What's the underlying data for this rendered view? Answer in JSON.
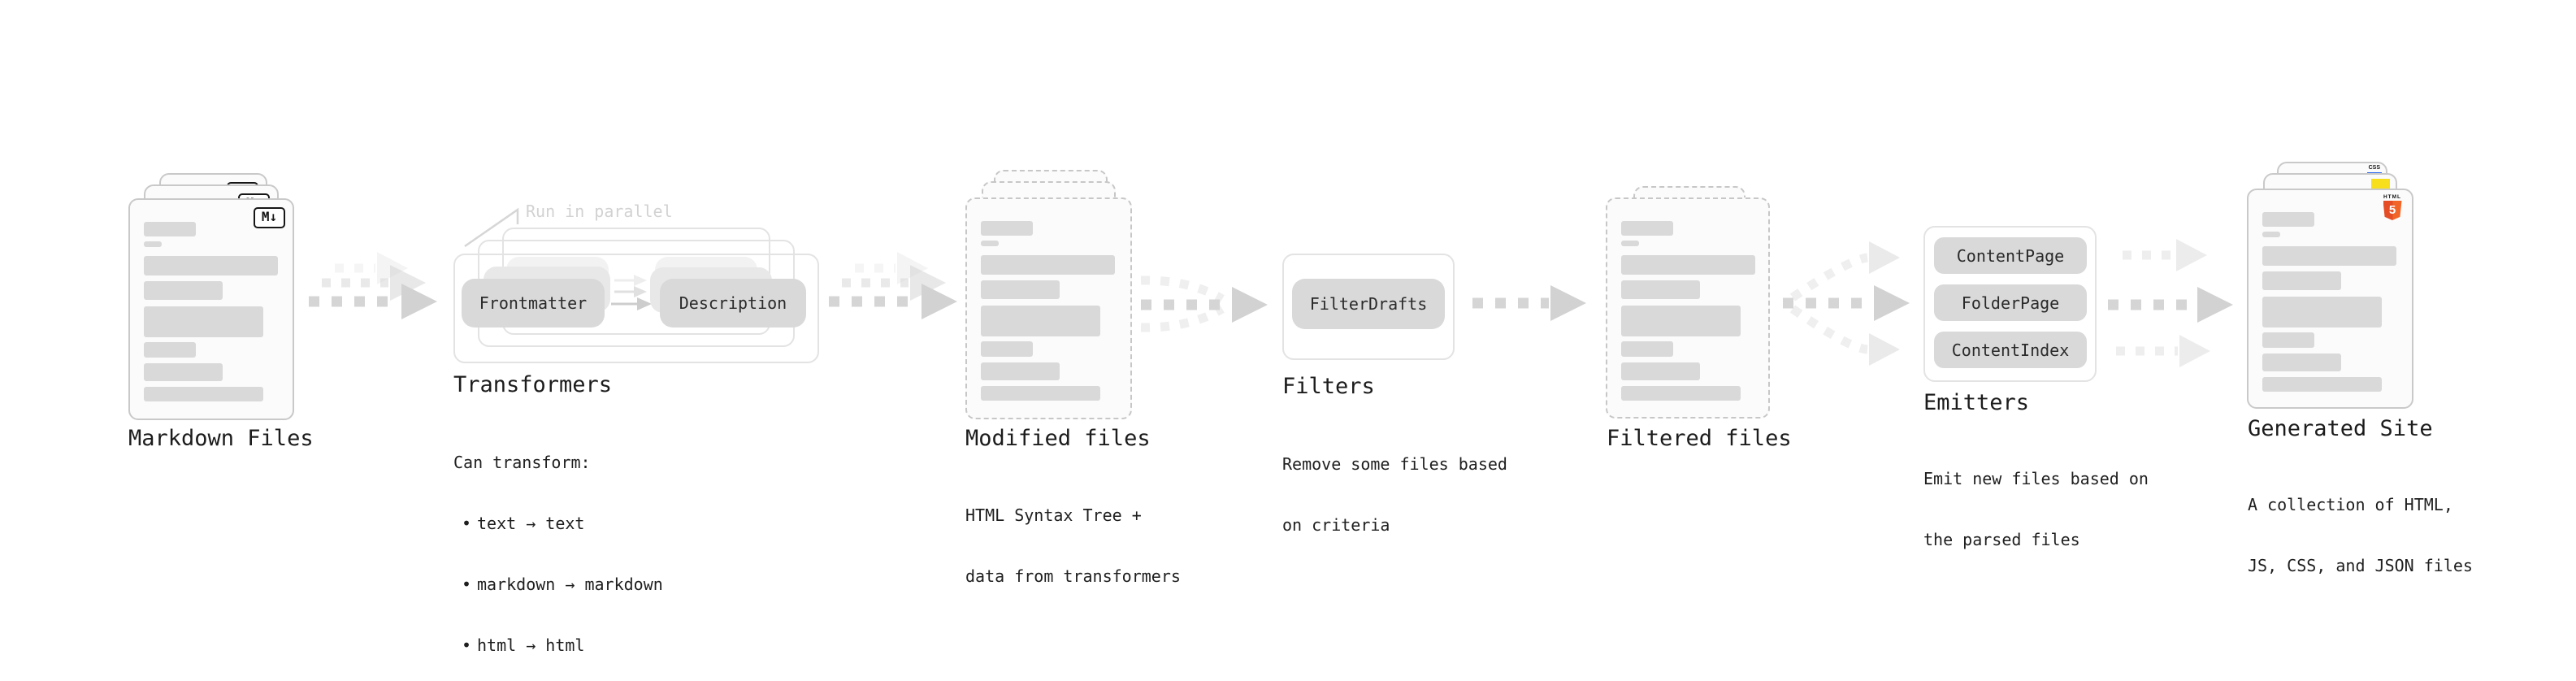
{
  "bullet": "•",
  "colors": {
    "html5_orange": "#e44d26",
    "html5_orange_light": "#f16529",
    "js_yellow": "#f7df1e",
    "css_blue": "#2965f1",
    "arrow_gray": "#d2d2d2",
    "chip_gray": "#d9d9d9"
  },
  "markdown_files": {
    "title": "Markdown Files",
    "badge": "M↓"
  },
  "transformers": {
    "annotation": "Run in parallel",
    "box1": "Frontmatter",
    "box2": "Description",
    "title": "Transformers",
    "heading": "Can transform:",
    "bullets": [
      "text → text",
      "markdown → markdown",
      "html → html"
    ]
  },
  "modified_files": {
    "title": "Modified files",
    "desc1": "HTML Syntax Tree +",
    "desc2": "data from transformers"
  },
  "filters": {
    "box1": "FilterDrafts",
    "title": "Filters",
    "desc1": "Remove some files based",
    "desc2": "on criteria"
  },
  "filtered_files": {
    "title": "Filtered files"
  },
  "emitters": {
    "boxes": [
      "ContentPage",
      "FolderPage",
      "ContentIndex"
    ],
    "title": "Emitters",
    "desc1": "Emit new files based on",
    "desc2": "the parsed files"
  },
  "generated_site": {
    "title": "Generated Site",
    "desc1": "A collection of HTML,",
    "desc2": "JS, CSS, and JSON files",
    "badge_html": "HTML",
    "badge_html_n": "5",
    "badge_css": "CSS"
  }
}
